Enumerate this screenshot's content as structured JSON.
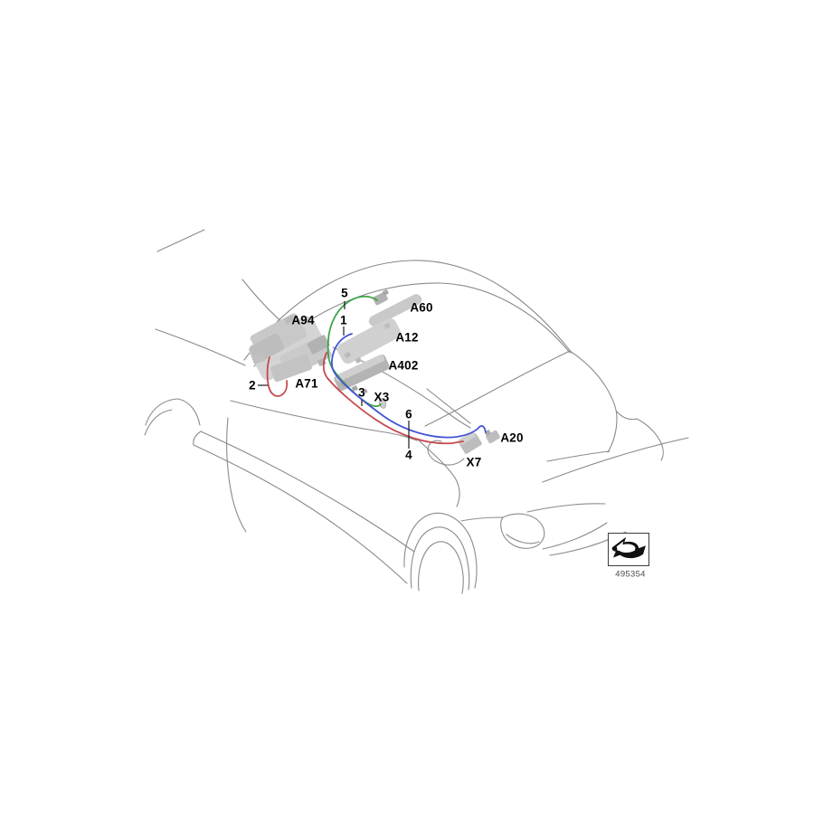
{
  "part_number": "495354",
  "colors": {
    "wire_green": "#3fa44c",
    "wire_blue": "#4355d4",
    "wire_red": "#c4494e",
    "outline": "#8a8a8a",
    "component_fill": "#c5c5c5",
    "label_text": "#000000"
  },
  "labels": {
    "c1": "1",
    "c2": "2",
    "c3": "3",
    "c4": "4",
    "c5": "5",
    "c6": "6",
    "a94": "A94",
    "a71": "A71",
    "a60": "A60",
    "a12": "A12",
    "a402": "A402",
    "x3": "X3",
    "x7": "X7",
    "a20": "A20"
  },
  "icons": {
    "stamp": "direction-arrow"
  }
}
